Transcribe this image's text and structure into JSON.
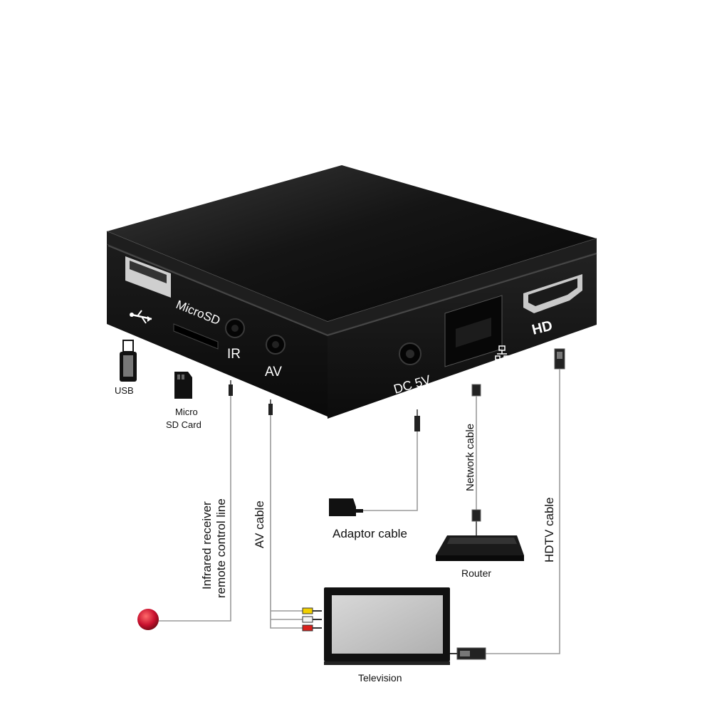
{
  "device": {
    "ports": {
      "microsd": "MicroSD",
      "ir": "IR",
      "av": "AV",
      "dc": "DC 5V",
      "hdmi_logo": "HD"
    },
    "icons": [
      "usb-symbol-icon",
      "lan-symbol-icon",
      "hdmi-port-icon"
    ]
  },
  "peripherals": {
    "usb": "USB",
    "micro_sd_line1": "Micro",
    "micro_sd_line2": "SD Card",
    "adaptor": "Adaptor cable",
    "router": "Router",
    "television": "Television"
  },
  "cables": {
    "ir_line1": "Infrared receiver",
    "ir_line2": "remote control line",
    "av": "AV cable",
    "network": "Network cable",
    "hdtv": "HDTV cable"
  },
  "colors": {
    "device_body": "#101010",
    "wire": "#9a9a9a",
    "ir_ball": "#c8102e",
    "av_yellow": "#f2d000",
    "av_white": "#f4f4f4",
    "av_red": "#d9211c"
  }
}
